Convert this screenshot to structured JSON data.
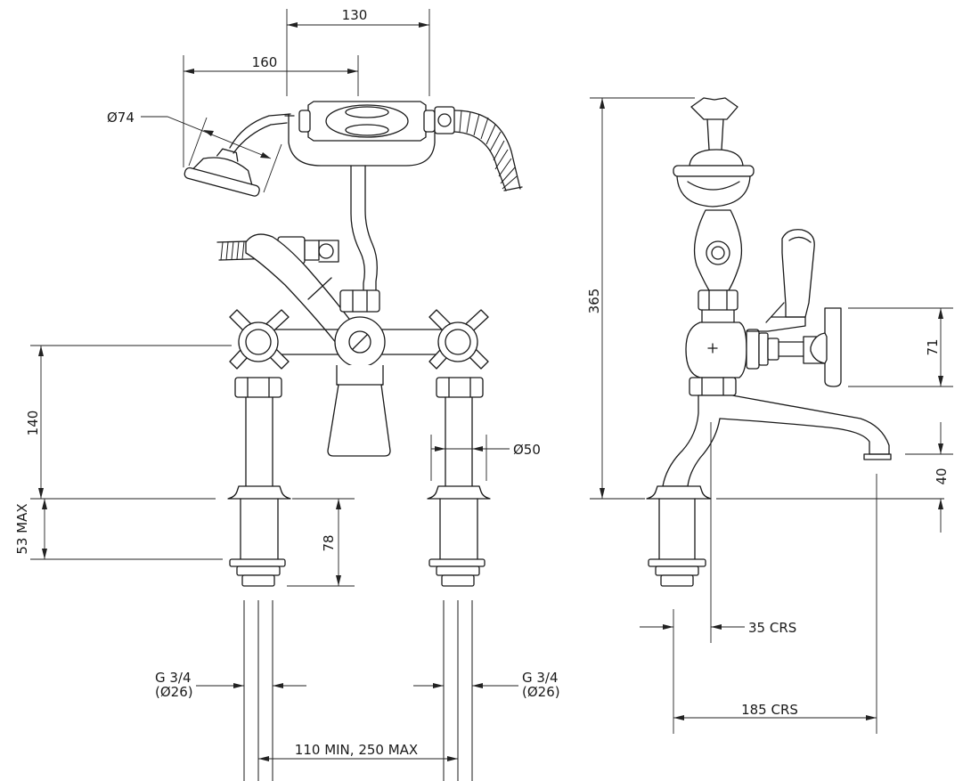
{
  "drawing": {
    "front_view": {
      "dim_handshower_width": "130",
      "dim_handshower_reach": "160",
      "dim_head_diameter": "Ø74",
      "dim_body_height": "140",
      "dim_deck_max": "53 MAX",
      "dim_shank_length": "78",
      "dim_leg_diameter": "Ø50",
      "dim_thread_left_line1": "G 3/4",
      "dim_thread_left_line2": "(Ø26)",
      "dim_thread_right_line1": "G 3/4",
      "dim_thread_right_line2": "(Ø26)",
      "dim_centres": "110 MIN, 250 MAX"
    },
    "side_view": {
      "dim_overall_height": "365",
      "dim_handle_height": "71",
      "dim_spout_height": "40",
      "dim_offset_centres": "35 CRS",
      "dim_spout_reach": "185 CRS"
    }
  }
}
